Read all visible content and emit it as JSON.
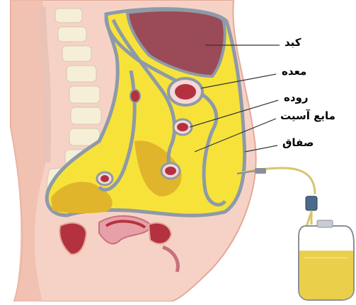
{
  "labels": {
    "liver": "کبد",
    "stomach": "معده",
    "intestine": "روده",
    "ascites_fluid": "مایع آسیت",
    "peritoneum": "صفاق"
  },
  "colors": {
    "skin": "#f6d2c6",
    "skin_edge": "#e4aa98",
    "spine_bone": "#f5efd8",
    "ascites_fluid": "#f7e23a",
    "fluid_dark": "#e0b52c",
    "peritoneum_outline": "#8e9aa8",
    "liver": "#9a4b57",
    "organ_red": "#b4323f",
    "bag_fluid": "#ead04a",
    "label_text": "#000000"
  }
}
